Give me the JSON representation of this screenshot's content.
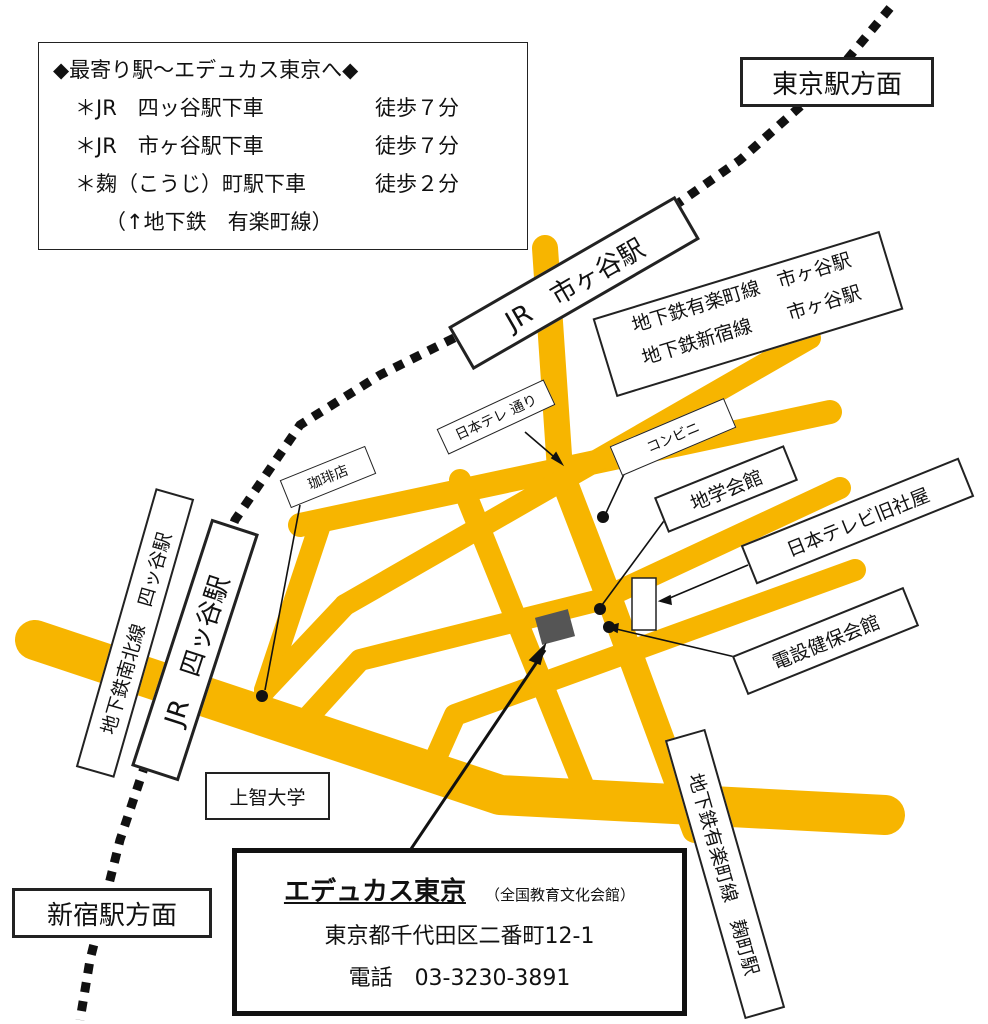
{
  "colors": {
    "road": "#f7b500",
    "rail": "#111111",
    "building": "#555555"
  },
  "info_box": {
    "title": "◆最寄り駅〜エデュカス東京へ◆",
    "rows": [
      {
        "name": "＊JR　四ッ谷駅下車",
        "time": "徒歩７分"
      },
      {
        "name": "＊JR　市ヶ谷駅下車",
        "time": "徒歩７分"
      },
      {
        "name": "＊麹（こうじ）町駅下車",
        "time": "徒歩２分"
      }
    ],
    "note": "（↑地下鉄　有楽町線）"
  },
  "labels": {
    "tokyo_direction": "東京駅方面",
    "shinjuku_direction": "新宿駅方面",
    "jr_ichigaya": "JR　市ヶ谷駅",
    "jr_yotsuya": "JR　四ッ谷駅",
    "subway_yotsuya": "地下鉄南北線　四ッ谷駅",
    "subway_ichigaya_1": "地下鉄有楽町線　市ヶ谷駅",
    "subway_ichigaya_2": "地下鉄新宿線　　市ヶ谷駅",
    "subway_kojimachi": "地下鉄有楽町線　麹町駅",
    "ntv_street": "日本テレ 通り",
    "conbini": "コンビニ",
    "chigaku": "地学会館",
    "ntv_old": "日本テレビ旧社屋",
    "densetsu": "電設健保会館",
    "cafe": "珈琲店",
    "sophia": "上智大学"
  },
  "destination": {
    "name": "エデュカス東京",
    "subname": "（全国教育文化会館）",
    "address": "東京都千代田区二番町12-1",
    "phone": "電話　03-3230-3891"
  }
}
